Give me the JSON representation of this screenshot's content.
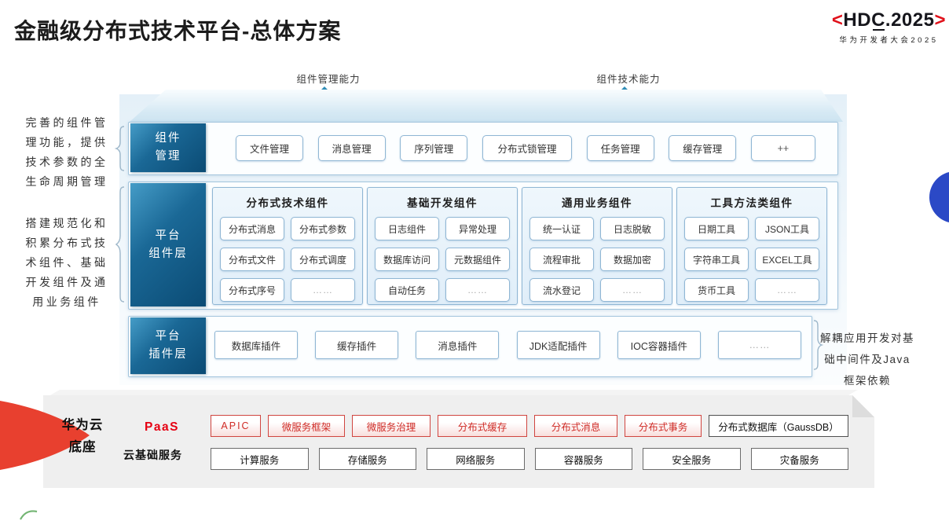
{
  "title": "金融级分布式技术平台-总体方案",
  "logo": {
    "left_bracket": "<",
    "name": "HDC.2025",
    "right_bracket": ">",
    "subtitle": "华为开发者大会2025"
  },
  "capability_arrows": [
    {
      "label": "组件管理能力"
    },
    {
      "label": "组件技术能力"
    }
  ],
  "notes": {
    "left_top": "完善的组件管理功能，提供技术参数的全生命周期管理",
    "left_bottom": "搭建规范化和积累分布式技术组件、基础开发组件及通用业务组件",
    "right": "解耦应用开发对基础中间件及Java框架依赖"
  },
  "layers": {
    "management": {
      "label": [
        "组件",
        "管理"
      ],
      "items": [
        "文件管理",
        "消息管理",
        "序列管理",
        "分布式锁管理",
        "任务管理",
        "缓存管理",
        "++"
      ]
    },
    "components": {
      "label": [
        "平台",
        "组件层"
      ],
      "groups": [
        {
          "title": "分布式技术组件",
          "items": [
            "分布式消息",
            "分布式参数",
            "分布式文件",
            "分布式调度",
            "分布式序号",
            "……"
          ]
        },
        {
          "title": "基础开发组件",
          "items": [
            "日志组件",
            "异常处理",
            "数据库访问",
            "元数据组件",
            "自动任务",
            "……"
          ]
        },
        {
          "title": "通用业务组件",
          "items": [
            "统一认证",
            "日志脱敏",
            "流程审批",
            "数据加密",
            "流水登记",
            "……"
          ]
        },
        {
          "title": "工具方法类组件",
          "items": [
            "日期工具",
            "JSON工具",
            "字符串工具",
            "EXCEL工具",
            "货币工具",
            "……"
          ]
        }
      ]
    },
    "plugins": {
      "label": [
        "平台",
        "插件层"
      ],
      "items": [
        "数据库插件",
        "缓存插件",
        "消息插件",
        "JDK适配插件",
        "IOC容器插件",
        "……"
      ]
    }
  },
  "foundation": {
    "label": [
      "华为云",
      "底座"
    ],
    "paas": {
      "label": "PaaS",
      "items": [
        "APIC",
        "微服务框架",
        "微服务治理",
        "分布式缓存",
        "分布式消息",
        "分布式事务"
      ],
      "db_item": "分布式数据库（GaussDB）"
    },
    "cloud_services": {
      "label": "云基础服务",
      "items": [
        "计算服务",
        "存储服务",
        "网络服务",
        "容器服务",
        "安全服务",
        "灾备服务"
      ]
    }
  },
  "colors": {
    "red_accent": "#E60012",
    "teal_arrow": "#15719F",
    "label_gradient_start": "#459CC7",
    "label_gradient_end": "#0B4B74",
    "blue_dot": "#2B49C6"
  }
}
